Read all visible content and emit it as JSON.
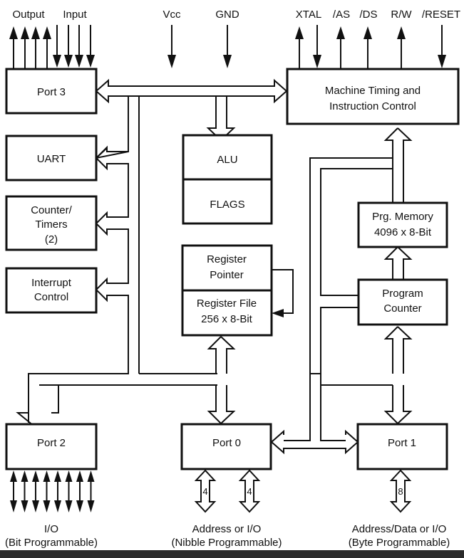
{
  "diagram": {
    "title": "Microcontroller block diagram",
    "top_pins": {
      "output": "Output",
      "input": "Input",
      "vcc": "Vcc",
      "gnd": "GND",
      "xtal": "XTAL",
      "as": "/AS",
      "ds": "/DS",
      "rw": "R/W",
      "reset": "/RESET"
    },
    "blocks": {
      "port3": "Port 3",
      "uart": "UART",
      "counter_timers": [
        "Counter/",
        "Timers",
        "(2)"
      ],
      "interrupt": [
        "Interrupt",
        "Control"
      ],
      "alu": "ALU",
      "flags": "FLAGS",
      "reg_pointer": [
        "Register",
        "Pointer"
      ],
      "reg_file": [
        "Register File",
        "256 x 8-Bit"
      ],
      "timing": [
        "Machine Timing and",
        "Instruction Control"
      ],
      "prg_memory": [
        "Prg. Memory",
        "4096 x 8-Bit"
      ],
      "program_counter": [
        "Program",
        "Counter"
      ],
      "port2": "Port 2",
      "port0": "Port 0",
      "port1": "Port 1"
    },
    "bus_widths": {
      "port0_a": "4",
      "port0_b": "4",
      "port1": "8"
    },
    "captions": {
      "port2": [
        "I/O",
        "(Bit Programmable)"
      ],
      "port0": [
        "Address or I/O",
        "(Nibble Programmable)"
      ],
      "port1": [
        "Address/Data or I/O",
        "(Byte Programmable)"
      ]
    }
  }
}
